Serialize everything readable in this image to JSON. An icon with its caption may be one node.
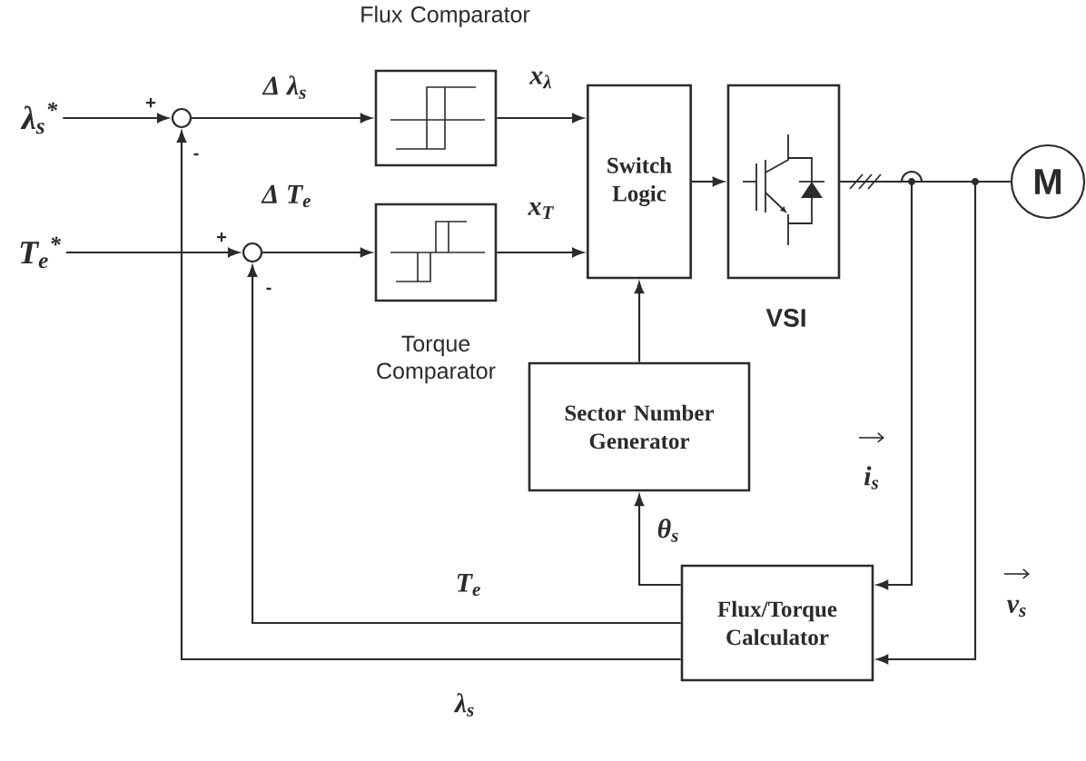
{
  "diagram": {
    "nodes": [
      {
        "text": [
          "λ$_{s}$$^{*}$"
        ]
      },
      {
        "text": [],
        "shape": "circle",
        "beside": [
          "+",
          "-"
        ]
      },
      {
        "text": [
          "Flux Comparator"
        ]
      },
      {
        "text": [
          "Switch Logic"
        ]
      },
      {
        "text": [
          "VSI"
        ]
      },
      {
        "text": [
          "M"
        ]
      },
      {
        "text": [
          "T$_{e}$$^{*}$"
        ]
      },
      {
        "text": [],
        "shape": "circle",
        "beside": [
          "+",
          "-"
        ]
      },
      {
        "text": [
          "Torque Comparator"
        ]
      },
      {
        "text": [
          "Sector Number Generator"
        ]
      },
      {
        "text": [
          "Flux/Torque Calculator"
        ]
      }
    ],
    "edges": [
      {
        "from": 0,
        "to": 1,
        "arrow": "to"
      },
      {
        "from": 1,
        "to": 2,
        "arrow": "to",
        "label": "Δ λ$_{s}$"
      },
      {
        "from": 2,
        "to": 3,
        "arrow": "to",
        "label": "x$_{λ}$"
      },
      {
        "from": 3,
        "to": 4,
        "arrow": "to"
      },
      {
        "from": 4,
        "to": 5,
        "arrow": "none"
      },
      {
        "from": 6,
        "to": 7,
        "arrow": "to"
      },
      {
        "from": 7,
        "to": 8,
        "arrow": "to",
        "label": "Δ T$_{e}$"
      },
      {
        "from": 8,
        "to": 3,
        "arrow": "to",
        "label": "x$_{T}$"
      },
      {
        "from": 9,
        "to": 3,
        "arrow": "to"
      },
      {
        "from": 4,
        "to": 10,
        "arrow": "to",
        "label": "i$_{s}$"
      },
      {
        "from": 4,
        "to": 10,
        "arrow": "to",
        "label": "v$_{s}$"
      },
      {
        "from": 10,
        "to": 9,
        "arrow": "to",
        "label": "θ$_{s}$"
      },
      {
        "from": 10,
        "to": 7,
        "arrow": "to",
        "label": "T$_{e}$"
      },
      {
        "from": 10,
        "to": 1,
        "arrow": "to",
        "label": "λ$_{s}$"
      }
    ]
  }
}
